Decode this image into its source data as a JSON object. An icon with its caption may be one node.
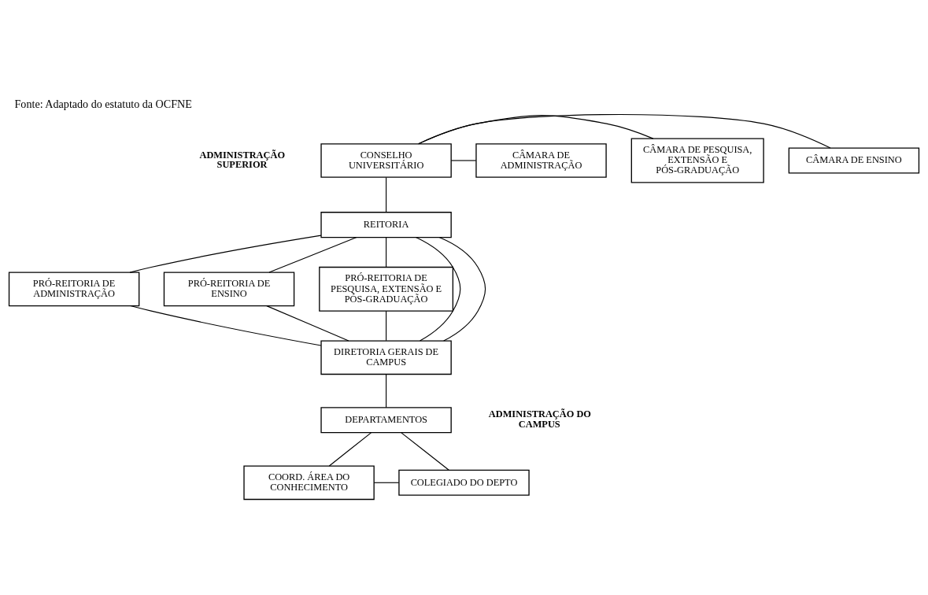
{
  "diagram": {
    "title": "Fonte: Adaptado do estatuto da OCFNE",
    "nodes": [
      {
        "text": [
          "CONSELHO UNIVERSITÁRIO"
        ]
      },
      {
        "text": [
          "CÂMARA DE ENSINO"
        ]
      },
      {
        "text": [
          "CÂMARA DE PESQUISA, EXTENSÃO E PÓS-GRADUAÇÃO"
        ]
      },
      {
        "text": [
          "CÂMARA DE ADMINISTRAÇÃO"
        ]
      },
      {
        "text": [
          "REITORIA"
        ]
      },
      {
        "text": [
          "PRÓ-REITORIA DE ADMINISTRAÇÃO"
        ]
      },
      {
        "text": [
          "PRÓ-REITORIA DE ENSINO"
        ]
      },
      {
        "text": [
          "PRÓ-REITORIA DE PESQUISA, EXTENSÃO E PÓS-GRADUAÇÃO"
        ]
      },
      {
        "text": [
          "DIRETORIA GERAIS DE CAMPUS"
        ]
      },
      {
        "text": [
          "DEPARTAMENTOS"
        ]
      },
      {
        "text": [
          "COORD. ÁREA DO CONHECIMENTO"
        ]
      },
      {
        "text": [
          "COLEGIADO DO DEPTO"
        ]
      }
    ],
    "edges": [
      {
        "from": 0,
        "to": 1,
        "arrow": "none"
      },
      {
        "from": 0,
        "to": 2,
        "arrow": "none"
      },
      {
        "from": 0,
        "to": 3,
        "arrow": "none"
      },
      {
        "from": 0,
        "to": 4,
        "arrow": "none"
      },
      {
        "from": 4,
        "to": 5,
        "arrow": "none"
      },
      {
        "from": 4,
        "to": 6,
        "arrow": "none"
      },
      {
        "from": 4,
        "to": 7,
        "arrow": "none"
      },
      {
        "from": 4,
        "to": 8,
        "arrow": "none"
      },
      {
        "from": 4,
        "to": 8,
        "arrow": "none"
      },
      {
        "from": 5,
        "to": 8,
        "arrow": "none"
      },
      {
        "from": 6,
        "to": 8,
        "arrow": "none"
      },
      {
        "from": 7,
        "to": 8,
        "arrow": "none"
      },
      {
        "from": 8,
        "to": 9,
        "arrow": "none"
      },
      {
        "from": 9,
        "to": 10,
        "arrow": "none"
      },
      {
        "from": 9,
        "to": 11,
        "arrow": "none"
      },
      {
        "from": 10,
        "to": 11,
        "arrow": "none"
      }
    ],
    "labels": [
      "ADMINISTRAÇÃO SUPERIOR",
      "ADMINISTRAÇÃO DO CAMPUS"
    ]
  }
}
